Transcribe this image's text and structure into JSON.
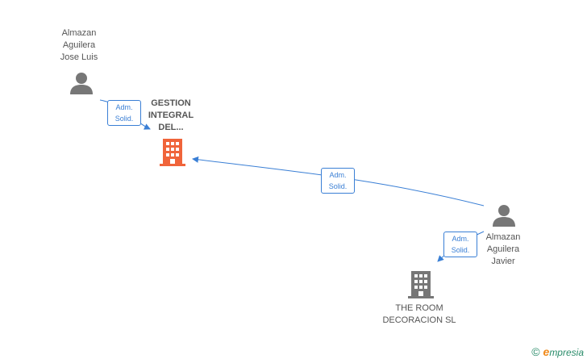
{
  "colors": {
    "edge": "#3a7fd5",
    "person": "#777777",
    "company_main": "#f0643a",
    "company_other": "#777777",
    "brand_green": "#2a8c6a",
    "brand_orange": "#f08a1c"
  },
  "nodes": {
    "person_jose": {
      "lines": [
        "Almazan",
        "Aguilera",
        "Jose Luis"
      ],
      "icon": "person-icon"
    },
    "company_gestion": {
      "lines": [
        "GESTION",
        "INTEGRAL",
        "DEL..."
      ],
      "icon": "building-icon"
    },
    "person_javier": {
      "lines": [
        "Almazan",
        "Aguilera",
        "Javier"
      ],
      "icon": "person-icon"
    },
    "company_room": {
      "lines": [
        "THE ROOM",
        "DECORACION SL"
      ],
      "icon": "building-icon"
    }
  },
  "edges": [
    {
      "from": "person_jose",
      "to": "company_gestion",
      "badge": [
        "Adm.",
        "Solid."
      ]
    },
    {
      "from": "person_javier",
      "to": "company_gestion",
      "badge": [
        "Adm.",
        "Solid."
      ]
    },
    {
      "from": "person_javier",
      "to": "company_room",
      "badge": [
        "Adm.",
        "Solid."
      ]
    }
  ],
  "footer": {
    "copyright_symbol": "©",
    "brand_first": "e",
    "brand_rest": "mpresia"
  }
}
